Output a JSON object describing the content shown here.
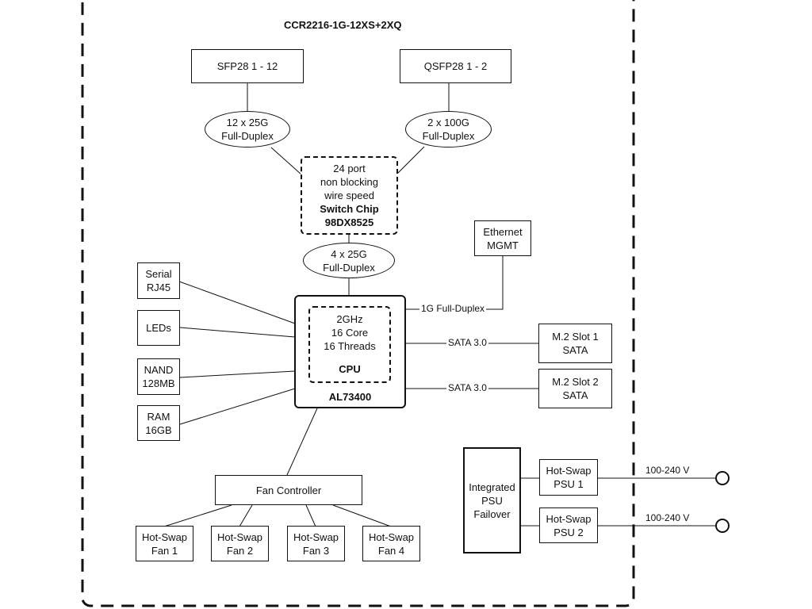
{
  "title": "CCR2216-1G-12XS+2XQ",
  "ports": {
    "sfp": "SFP28 1 - 12",
    "qsfp": "QSFP28 1 - 2"
  },
  "links": {
    "sfp_link": [
      "12 x 25G",
      "Full-Duplex"
    ],
    "qsfp_link": [
      "2 x 100G",
      "Full-Duplex"
    ],
    "cpu_link": [
      "4 x 25G",
      "Full-Duplex"
    ]
  },
  "switch_chip": {
    "desc": [
      "24 port",
      "non blocking",
      "wire speed"
    ],
    "name": "Switch Chip",
    "model": "98DX8525"
  },
  "ethernet": [
    "Ethernet",
    "MGMT"
  ],
  "ethernet_link": "1G Full-Duplex",
  "cpu": {
    "specs": [
      "2GHz",
      "16 Core",
      "16 Threads"
    ],
    "label": "CPU",
    "model": "AL73400"
  },
  "left_peripherals": {
    "serial": [
      "Serial",
      "RJ45"
    ],
    "leds": "LEDs",
    "nand": [
      "NAND",
      "128MB"
    ],
    "ram": [
      "RAM",
      "16GB"
    ]
  },
  "m2": {
    "slot1": [
      "M.2 Slot 1",
      "SATA"
    ],
    "slot2": [
      "M.2 Slot 2",
      "SATA"
    ],
    "link1": "SATA 3.0",
    "link2": "SATA 3.0"
  },
  "fan_controller": "Fan Controller",
  "fans": [
    [
      "Hot-Swap",
      "Fan 1"
    ],
    [
      "Hot-Swap",
      "Fan 2"
    ],
    [
      "Hot-Swap",
      "Fan 3"
    ],
    [
      "Hot-Swap",
      "Fan 4"
    ]
  ],
  "psu": {
    "failover": [
      "Integrated",
      "PSU",
      "Failover"
    ],
    "psu1": [
      "Hot-Swap",
      "PSU 1"
    ],
    "psu2": [
      "Hot-Swap",
      "PSU 2"
    ],
    "voltage1": "100-240 V",
    "voltage2": "100-240 V"
  }
}
